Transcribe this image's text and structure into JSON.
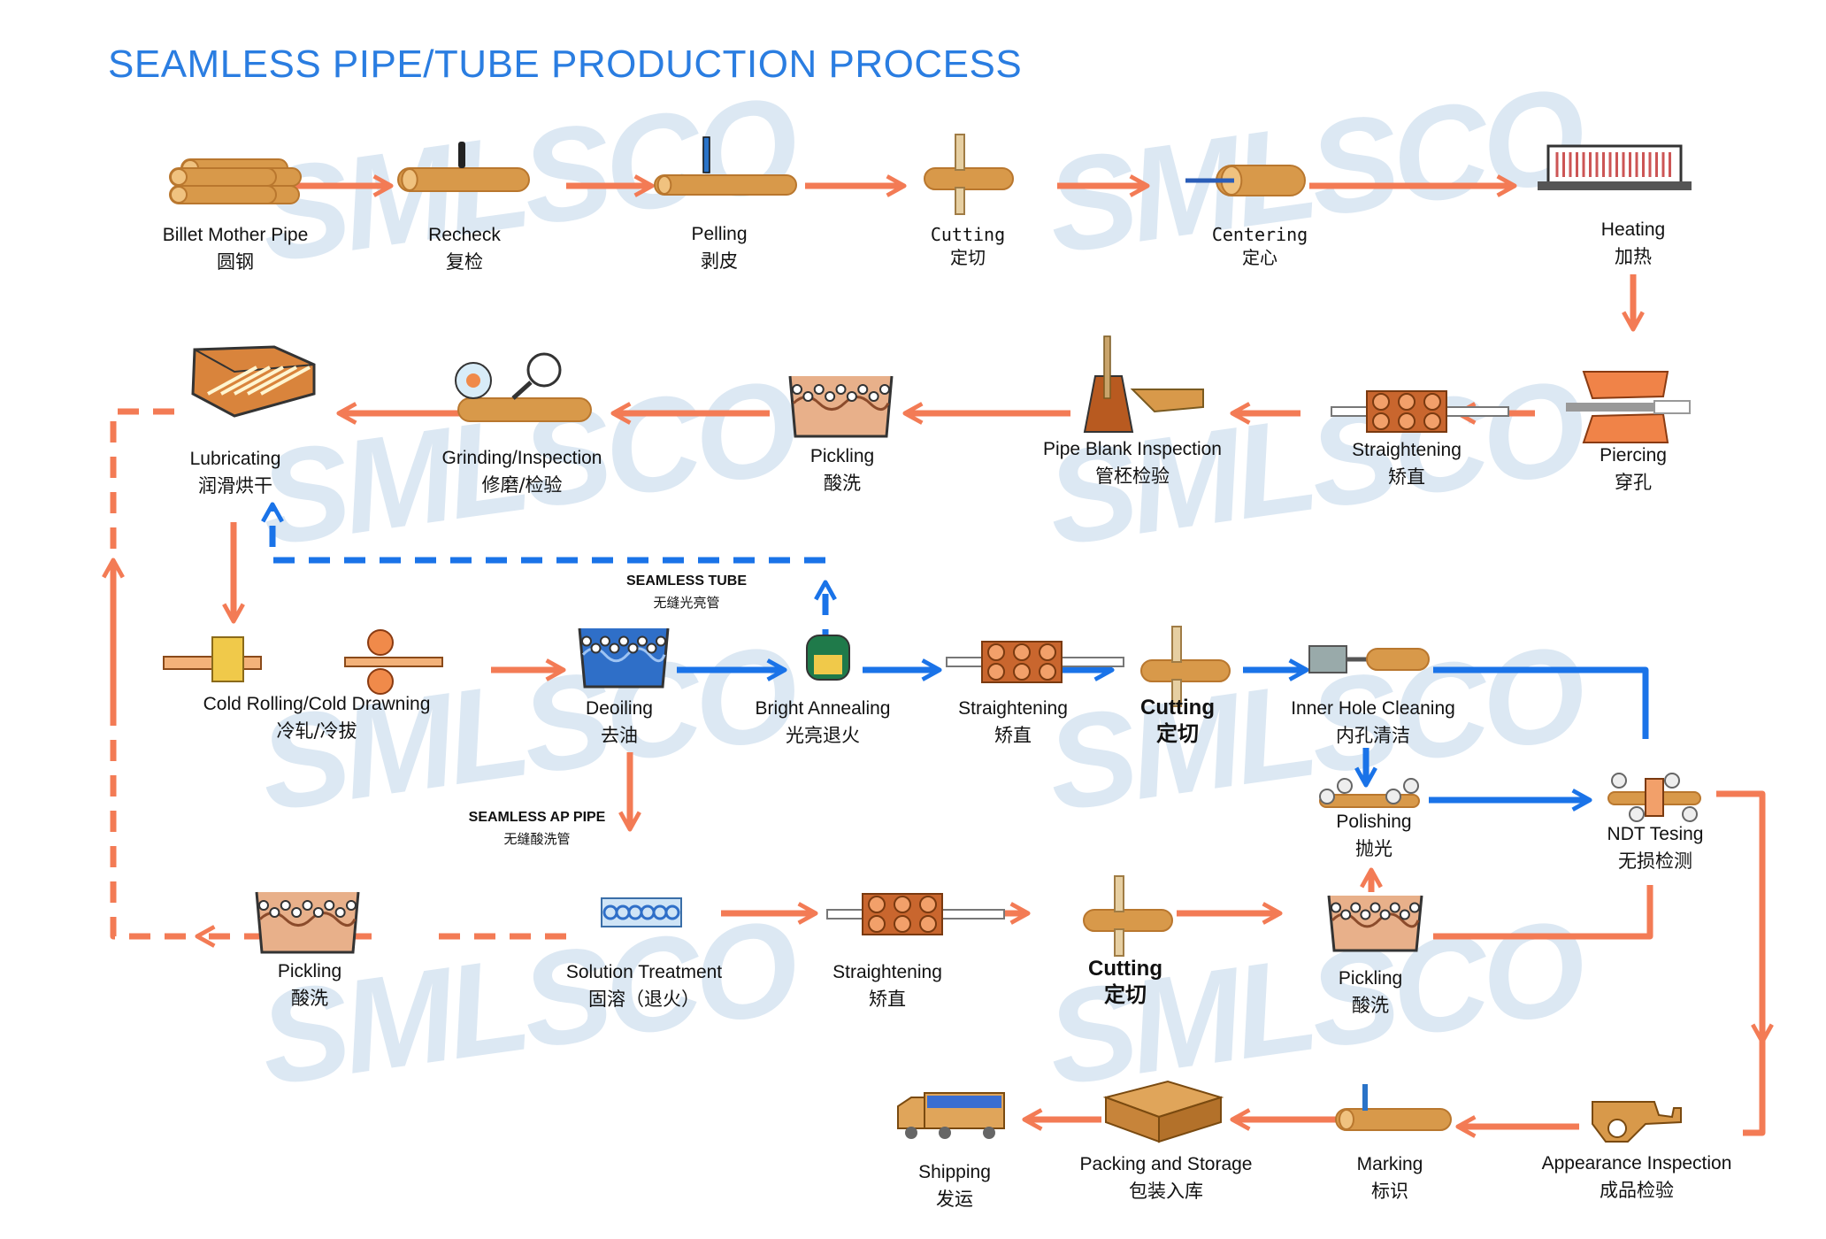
{
  "title": "SEAMLESS PIPE/TUBE PRODUCTION PROCESS",
  "watermark": "SMLSCO",
  "colors": {
    "orange": "#f37b55",
    "blue": "#1a73e8",
    "wood": "#d8994a",
    "title": "#2a7de1",
    "watermark": "#dce8f3"
  },
  "steps": [
    {
      "id": "billet",
      "en": "Billet Mother Pipe",
      "zh": "圆钢",
      "icon": "billet-icon"
    },
    {
      "id": "recheck",
      "en": "Recheck",
      "zh": "复检",
      "icon": "recheck-icon"
    },
    {
      "id": "pelling",
      "en": "Pelling",
      "zh": "剥皮",
      "icon": "pelling-icon"
    },
    {
      "id": "cutting1",
      "en": "Cutting",
      "zh": "定切",
      "icon": "cutting-icon"
    },
    {
      "id": "centering",
      "en": "Centering",
      "zh": "定心",
      "icon": "centering-icon"
    },
    {
      "id": "heating",
      "en": "Heating",
      "zh": "加热",
      "icon": "furnace-icon"
    },
    {
      "id": "piercing",
      "en": "Piercing",
      "zh": "穿孔",
      "icon": "piercing-icon"
    },
    {
      "id": "straightening1",
      "en": "Straightening",
      "zh": "矫直",
      "icon": "straightener-icon"
    },
    {
      "id": "blank_inspection",
      "en": "Pipe Blank Inspection",
      "zh": "管柸检验",
      "icon": "inspection-icon"
    },
    {
      "id": "pickling1",
      "en": "Pickling",
      "zh": "酸洗",
      "icon": "pickling-tank-icon"
    },
    {
      "id": "grinding",
      "en": "Grinding/Inspection",
      "zh": "修磨/检验",
      "icon": "grinding-icon"
    },
    {
      "id": "lubricating",
      "en": "Lubricating",
      "zh": "润滑烘干",
      "icon": "lubricating-icon"
    },
    {
      "id": "cold_rolling",
      "en": "Cold Rolling/Cold Drawning",
      "zh": "冷轧/冷拔",
      "icon": "cold-rolling-icon"
    },
    {
      "id": "deoiling",
      "en": "Deoiling",
      "zh": "去油",
      "icon": "deoiling-tank-icon"
    },
    {
      "id": "bright_annealing",
      "en": "Bright Annealing",
      "zh": "光亮退火",
      "icon": "annealing-furnace-icon"
    },
    {
      "id": "straightening2",
      "en": "Straightening",
      "zh": "矫直",
      "icon": "straightener-icon"
    },
    {
      "id": "cutting2",
      "en": "Cutting",
      "zh": "定切",
      "icon": "cutting-icon"
    },
    {
      "id": "inner_cleaning",
      "en": "Inner Hole Cleaning",
      "zh": "内孔清洁",
      "icon": "cleaning-icon"
    },
    {
      "id": "polishing",
      "en": "Polishing",
      "zh": "抛光",
      "icon": "polishing-icon"
    },
    {
      "id": "ndt",
      "en": "NDT Tesing",
      "zh": "无损检测",
      "icon": "ndt-icon"
    },
    {
      "id": "pickling2",
      "en": "Pickling",
      "zh": "酸洗",
      "icon": "pickling-tank-icon"
    },
    {
      "id": "solution",
      "en": "Solution Treatment",
      "zh": "固溶（退火）",
      "icon": "solution-tank-icon"
    },
    {
      "id": "straightening3",
      "en": "Straightening",
      "zh": "矫直",
      "icon": "straightener-icon"
    },
    {
      "id": "cutting3",
      "en": "Cutting",
      "zh": "定切",
      "icon": "cutting-icon"
    },
    {
      "id": "pickling3",
      "en": "Pickling",
      "zh": "酸洗",
      "icon": "pickling-tank-icon"
    },
    {
      "id": "appearance",
      "en": "Appearance Inspection",
      "zh": "成品检验",
      "icon": "appearance-icon"
    },
    {
      "id": "marking",
      "en": "Marking",
      "zh": "标识",
      "icon": "marking-icon"
    },
    {
      "id": "packing",
      "en": "Packing and Storage",
      "zh": "包装入库",
      "icon": "packing-icon"
    },
    {
      "id": "shipping",
      "en": "Shipping",
      "zh": "发运",
      "icon": "truck-icon"
    }
  ],
  "notes": {
    "seamless_tube": {
      "en": "SEAMLESS TUBE",
      "zh": "无缝光亮管"
    },
    "seamless_ap": {
      "en": "SEAMLESS AP PIPE",
      "zh": "无缝酸洗管"
    }
  }
}
